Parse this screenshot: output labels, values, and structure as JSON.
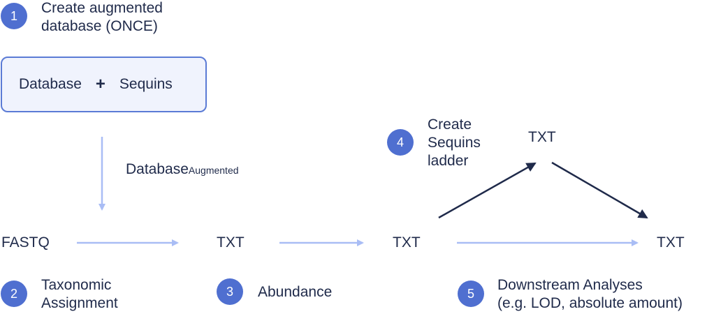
{
  "steps": [
    {
      "num": "1",
      "label_lines": [
        "Create augmented",
        "database (ONCE)"
      ]
    },
    {
      "num": "2",
      "label_lines": [
        "Taxonomic",
        "Assignment"
      ]
    },
    {
      "num": "3",
      "label_lines": [
        "Abundance"
      ]
    },
    {
      "num": "4",
      "label_lines": [
        "Create",
        "Sequins",
        "ladder"
      ]
    },
    {
      "num": "5",
      "label_lines": [
        "Downstream Analyses",
        "(e.g. LOD, absolute amount)"
      ]
    }
  ],
  "box": {
    "left": "Database",
    "op": "+",
    "right": "Sequins"
  },
  "augmented": {
    "main": "Database",
    "sub": "Augmented"
  },
  "nodes": {
    "fastq": "FASTQ",
    "txt1": "TXT",
    "txt2": "TXT",
    "txt_ladder": "TXT",
    "txt_final": "TXT"
  },
  "colors": {
    "accent": "#4f6fd0",
    "light_arrow": "#a9bdf5",
    "dark_arrow": "#1f2a4a"
  }
}
